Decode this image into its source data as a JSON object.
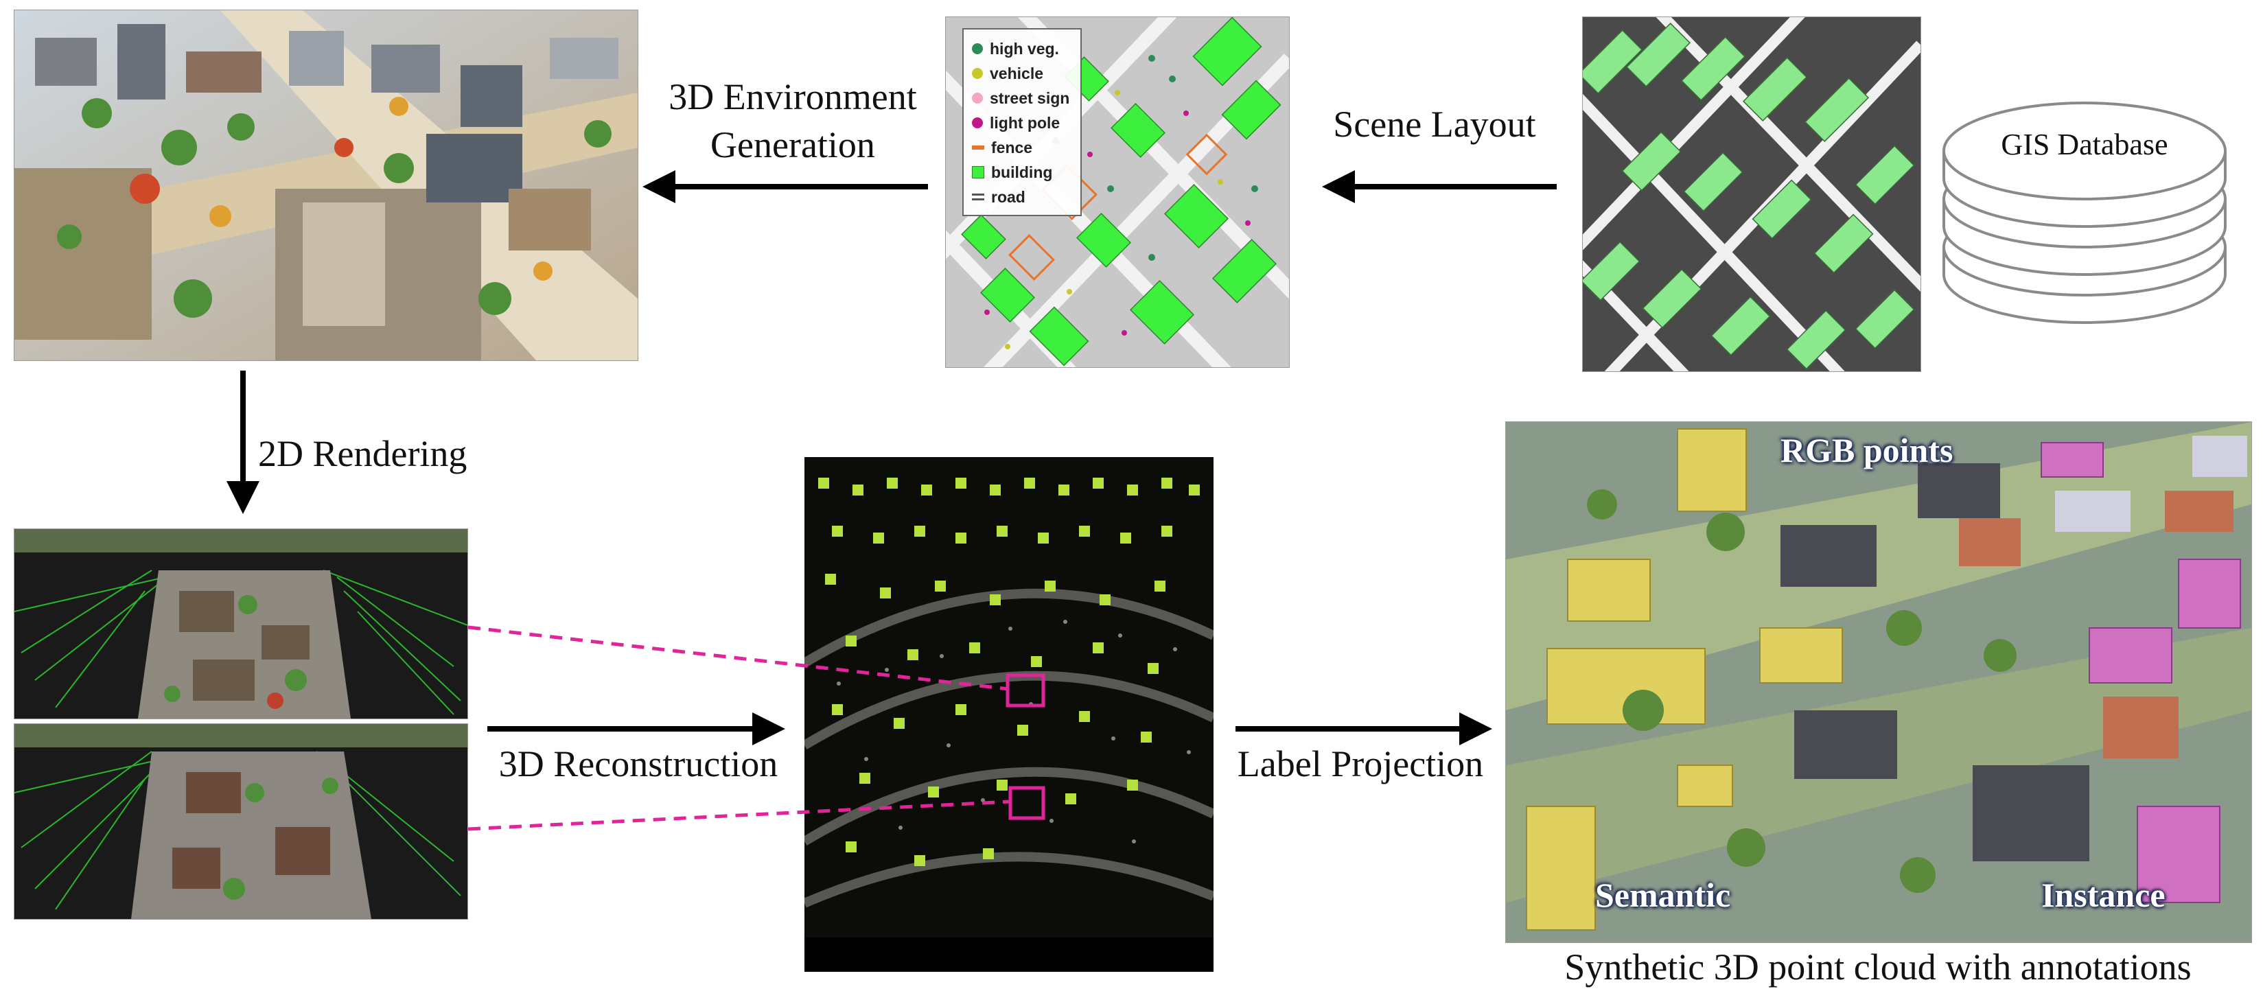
{
  "labels": {
    "env_generation_line1": "3D Environment",
    "env_generation_line2": "Generation",
    "scene_layout": "Scene Layout",
    "gis_database": "GIS Database",
    "rendering_2d": "2D Rendering",
    "reconstruction_3d": "3D Reconstruction",
    "label_projection": "Label Projection",
    "caption": "Synthetic 3D point cloud with annotations"
  },
  "legend": [
    {
      "label": "high veg.",
      "color": "#2e8b57",
      "shape": "dot"
    },
    {
      "label": "vehicle",
      "color": "#c8c82a",
      "shape": "dot"
    },
    {
      "label": "street sign",
      "color": "#f4a6c6",
      "shape": "dot"
    },
    {
      "label": "light pole",
      "color": "#c2188a",
      "shape": "dot"
    },
    {
      "label": "fence",
      "color": "#e8732a",
      "shape": "bar"
    },
    {
      "label": "building",
      "color": "#3df03d",
      "shape": "square"
    },
    {
      "label": "road",
      "color": "#555555",
      "shape": "road"
    }
  ],
  "point_cloud_annotations": {
    "rgb": "RGB points",
    "semantic": "Semantic",
    "instance": "Instance"
  },
  "colors": {
    "arrow": "#000000",
    "dashed_link": "#e0249a",
    "building_green": "#3df03d",
    "layout_building": "#8ce88c"
  }
}
